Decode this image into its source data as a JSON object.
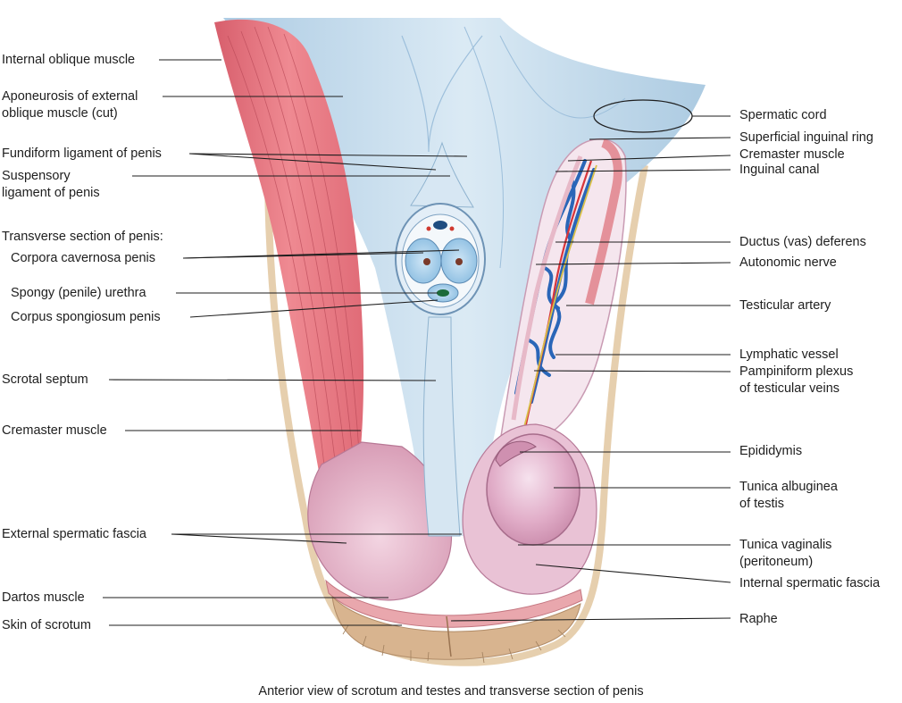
{
  "labels_left": {
    "internal_oblique": "Internal oblique muscle",
    "aponeurosis_1": "Aponeurosis of external",
    "aponeurosis_2": "oblique muscle (cut)",
    "fundiform": "Fundiform ligament of penis",
    "suspensory_1": "Suspensory",
    "suspensory_2": "ligament of penis",
    "transverse_section": "Transverse section of penis:",
    "corpora_cavernosa": "Corpora cavernosa penis",
    "spongy_urethra": "Spongy (penile) urethra",
    "corpus_spongiosum": "Corpus spongiosum penis",
    "scrotal_septum": "Scrotal septum",
    "cremaster_left": "Cremaster muscle",
    "external_spermatic_fascia": "External spermatic fascia",
    "dartos": "Dartos muscle",
    "skin_scrotum": "Skin of scrotum"
  },
  "labels_right": {
    "spermatic_cord": "Spermatic cord",
    "superficial_ring": "Superficial inguinal ring",
    "cremaster_right": "Cremaster muscle",
    "inguinal_canal": "Inguinal canal",
    "ductus": "Ductus (vas) deferens",
    "autonomic": "Autonomic nerve",
    "testicular_artery": "Testicular artery",
    "lymphatic": "Lymphatic vessel",
    "pampiniform_1": "Pampiniform plexus",
    "pampiniform_2": "of testicular veins",
    "epididymis": "Epididymis",
    "tunica_albuginea_1": "Tunica albuginea",
    "tunica_albuginea_2": "of testis",
    "tunica_vaginalis_1": "Tunica vaginalis",
    "tunica_vaginalis_2": "(peritoneum)",
    "internal_spermatic_fascia": "Internal spermatic fascia",
    "raphe": "Raphe"
  },
  "caption": "Anterior view of scrotum and testes and transverse section of penis",
  "colors": {
    "muscle": "#e8707a",
    "fascia": "#bcd6ea",
    "skin": "#d9b48f",
    "testis": "#e4b5cc",
    "vein": "#2a66b8",
    "artery": "#d8353a",
    "leader": "#1e1e1e"
  }
}
